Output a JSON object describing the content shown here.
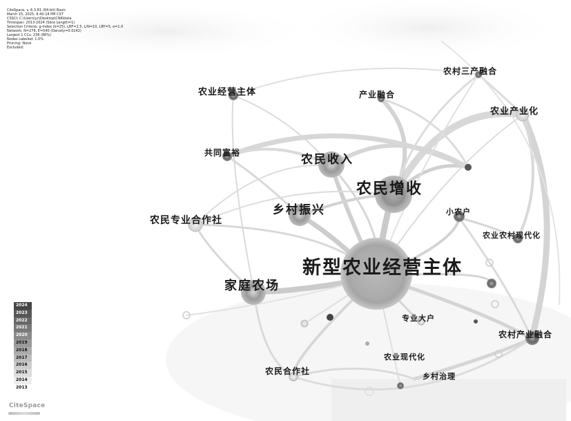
{
  "header_info": [
    "CiteSpace, v. 6.3.R1 (64-bit) Basic",
    "March 15, 2025, 9:40:18 PM CST",
    "CSSCI: C:\\Users\\yc\\Desktop\\CNKIdata",
    "Timespan: 2013-2024 (Slice Length=1)",
    "Selection Criteria: g-index (k=25), LRF=2.5, L/N=10, LBY=5, e=1.0",
    "Network: N=276, E=540 (Density=0.0142)",
    "Largest 1 CCs: 238 (86%)",
    "Nodes Labeled: 1.0%",
    "Pruning: None",
    "Excluded:"
  ],
  "legend_years": [
    "2024",
    "2023",
    "2022",
    "2021",
    "2020",
    "2019",
    "2018",
    "2017",
    "2016",
    "2015",
    "2014",
    "2013"
  ],
  "logo_text": "CiteSpace",
  "keywords": {
    "xinxing": "新型农业经营主体",
    "nongmin_zengshou": "农民增收",
    "nongmin_shouru": "农民收入",
    "xiangcun_zhenxing": "乡村振兴",
    "jiating_nongchang": "家庭农场",
    "nongmin_zhuanye": "农民专业合作社",
    "gongtong_fuyu": "共同富裕",
    "nongye_jingying": "农业经营主体",
    "chanye_ronghe": "产业融合",
    "nongcun_sanchan": "农村三产融合",
    "nongye_chanyehua": "农业产业化",
    "xiao_nonghu": "小农户",
    "nongye_nongcun_xdh": "农业农村现代化",
    "nongcun_chanye_ronghe": "农村产业融合",
    "zhuanye_dahu": "专业大户",
    "nongye_xiandaihua": "农业现代化",
    "nongmin_hezuoshe": "农民合作社",
    "xiangcun_zhili": "乡村治理"
  }
}
